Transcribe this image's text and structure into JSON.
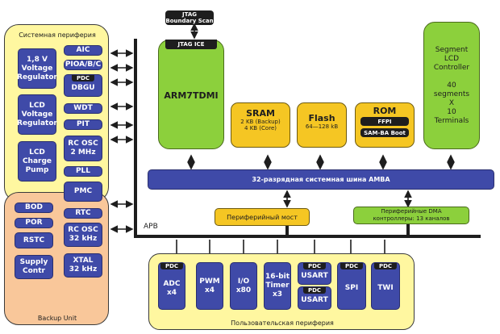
{
  "system_periphery": {
    "title": "Системная периферия",
    "left_blocks": [
      {
        "label": "1,8  V\nVoltage\nRegulator"
      },
      {
        "label": "LCD\nVoltage\nRegulator"
      },
      {
        "label": "LCD\nCharge\nPump"
      }
    ],
    "right_blocks": [
      {
        "label": "AIC",
        "pdc": ""
      },
      {
        "label": "PIOA/B/C",
        "pdc": ""
      },
      {
        "label": "DBGU",
        "pdc": "PDC"
      },
      {
        "label": "WDT",
        "pdc": ""
      },
      {
        "label": "PIT",
        "pdc": ""
      },
      {
        "label": "RC OSC\n2 MHz",
        "pdc": ""
      },
      {
        "label": "PLL",
        "pdc": ""
      },
      {
        "label": "PMC",
        "pdc": ""
      }
    ]
  },
  "backup_unit": {
    "title": "Backup Unit",
    "left_blocks": [
      {
        "label": "BOD"
      },
      {
        "label": "POR"
      },
      {
        "label": "RSTC"
      },
      {
        "label": "Supply\nContr"
      }
    ],
    "right_blocks": [
      {
        "label": "RTC"
      },
      {
        "label": "RC OSC\n32 kHz"
      },
      {
        "label": "XTAL\n32 kHz"
      }
    ]
  },
  "jtag": {
    "boundary_scan": "JTAG\nBoundary Scan",
    "ice": "JTAG ICE"
  },
  "cpu": {
    "label": "ARM7TDMI"
  },
  "memories": {
    "sram": {
      "title": "SRAM",
      "line1": "2 KB (Backup)",
      "line2": "4 KB (Core)"
    },
    "flash": {
      "title": "Flash",
      "line1": "64—128 kB"
    },
    "rom": {
      "title": "ROM",
      "sub1": "FFPI",
      "sub2": "SAM-BA Boot"
    }
  },
  "lcd_controller": {
    "label": "Segment\nLCD\nController\n\n40\nsegments\nX\n10\nTerminals"
  },
  "amba_bus": {
    "label": "32-разрядная системная шина AMBA"
  },
  "bridge": {
    "label": "Периферийный мост"
  },
  "dma": {
    "label": "Периферийные DMA\nконтроллеры: 13 каналов"
  },
  "apb": {
    "label": "APB"
  },
  "user_periphery": {
    "title": "Пользовательская периферия",
    "blocks": [
      {
        "label": "ADC\nx4",
        "pdc": "PDC"
      },
      {
        "label": "PWM\nx4",
        "pdc": ""
      },
      {
        "label": "I/O\nx80",
        "pdc": ""
      },
      {
        "label": "16-bit\nTimer\nx3",
        "pdc": ""
      },
      {
        "label": "USART",
        "pdc": "PDC"
      },
      {
        "label": "USART",
        "pdc": "PDC"
      },
      {
        "label": "SPI",
        "pdc": "PDC"
      },
      {
        "label": "TWI",
        "pdc": "PDC"
      }
    ]
  },
  "colors": {
    "block_blue": "#3f4aa8",
    "cpu_green": "#8cd03c",
    "memory_yellow": "#f5c623",
    "periphery_yellow": "#fff7a0",
    "backup_orange": "#f9c79a"
  }
}
